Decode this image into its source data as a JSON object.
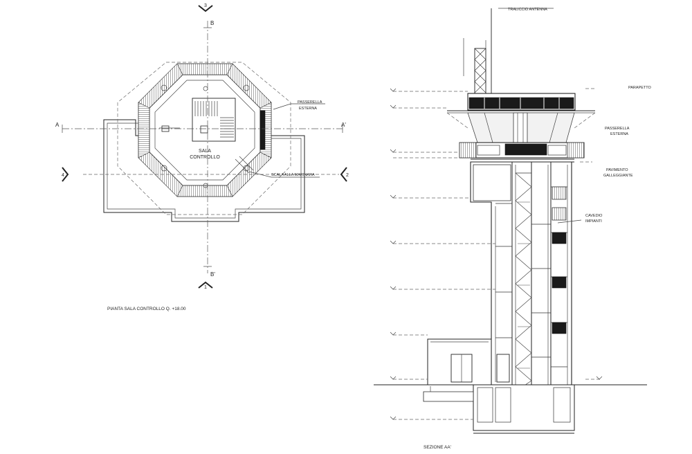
{
  "plan": {
    "caption": "PIANTA SALA CONTROLLO Q. +18.00",
    "section_markers": {
      "top": "3",
      "bottom": "1",
      "left": "4",
      "right": "2"
    },
    "axis_labels": {
      "a_left": "A",
      "a_right": "A'",
      "b_top": "B",
      "b_bottom": "B'"
    },
    "room_label_1": "SALA",
    "room_label_2": "CONTROLLO",
    "callout_walkway_1": "PASSERELLA",
    "callout_walkway_2": "ESTERNA",
    "callout_ladder": "SCALA ALLA MARINARA"
  },
  "section": {
    "caption": "SEZIONE AA'",
    "label_antenna": "TRALICCIO ANTENNA",
    "label_parapet": "PARAPETTO",
    "label_walkway_1": "PASSERELLA",
    "label_walkway_2": "ESTERNA",
    "label_floor_1": "PAVIMENTO",
    "label_floor_2": "GALLEGGIANTE",
    "label_shaft_1": "CAVEDIO",
    "label_shaft_2": "IMPIANTI"
  },
  "colors": {
    "line": "#222222",
    "background": "#ffffff",
    "hatch": "#555555"
  }
}
